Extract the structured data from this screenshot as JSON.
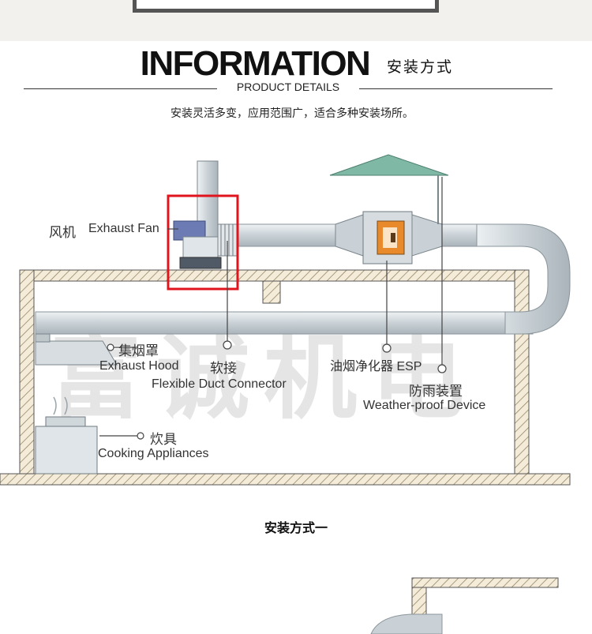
{
  "header": {
    "title": "INFORMATION",
    "title_cn": "安装方式",
    "subtitle": "PRODUCT DETAILS",
    "description": "安装灵活多变，应用范围广，适合多种安装场所。"
  },
  "diagram": {
    "labels": {
      "fan_cn": "风机",
      "fan_en": "Exhaust Fan",
      "hood_cn": "集烟罩",
      "hood_en": "Exhaust Hood",
      "connector_cn": "软接",
      "connector_en": "Flexible Duct Connector",
      "esp": "油烟净化器 ESP",
      "weather_cn": "防雨装置",
      "weather_en": "Weather-proof Device",
      "cooking_cn": "炊具",
      "cooking_en": "Cooking Appliances"
    },
    "watermark": "富诚机电",
    "caption": "安装方式一"
  },
  "colors": {
    "highlight": "#e0141c",
    "duct": "#c9d1d6",
    "esp_window": "#e88a2c",
    "roof_cap": "#7fb8a4"
  }
}
